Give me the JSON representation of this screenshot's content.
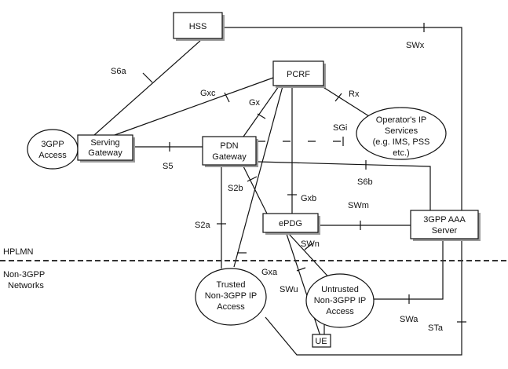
{
  "nodes": {
    "hss": "HSS",
    "pcrf": "PCRF",
    "pdn_gateway": [
      "PDN",
      "Gateway"
    ],
    "serving_gateway": [
      "Serving",
      "Gateway"
    ],
    "access_3gpp": [
      "3GPP",
      "Access"
    ],
    "operator_services": [
      "Operator's IP",
      "Services",
      "(e.g. IMS, PSS",
      "etc.)"
    ],
    "epdg": "ePDG",
    "aaa_server": [
      "3GPP AAA",
      "Server"
    ],
    "trusted_access": [
      "Trusted",
      "Non-3GPP IP",
      "Access"
    ],
    "untrusted_access": [
      "Untrusted",
      "Non-3GPP IP",
      "Access"
    ],
    "ue": "UE"
  },
  "interfaces": {
    "s6a": "S6a",
    "swx": "SWx",
    "gxc": "Gxc",
    "gx": "Gx",
    "rx": "Rx",
    "sgi": "SGi",
    "s5": "S5",
    "s6b": "S6b",
    "s2b": "S2b",
    "gxb": "Gxb",
    "s2a": "S2a",
    "swm": "SWm",
    "swn": "SWn",
    "gxa": "Gxa",
    "swu": "SWu",
    "swa": "SWa",
    "sta": "STa"
  },
  "domains": {
    "hplmn": "HPLMN",
    "non3gpp": [
      "Non-3GPP",
      "Networks"
    ]
  }
}
